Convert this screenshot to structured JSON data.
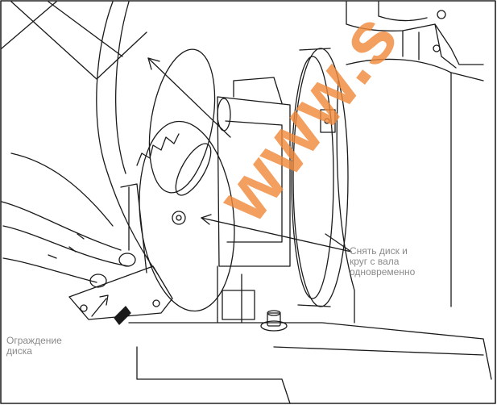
{
  "labels": {
    "remove_disc": "Снять диск и\nкруг с вала\nодновременно",
    "disc_guard": "Ограждение\nдиска"
  },
  "watermark": {
    "text": "www.s",
    "color": "#f08a3c"
  },
  "colors": {
    "ink": "#1a1a1a",
    "label": "#8a8a8a",
    "frame": "#222222"
  }
}
